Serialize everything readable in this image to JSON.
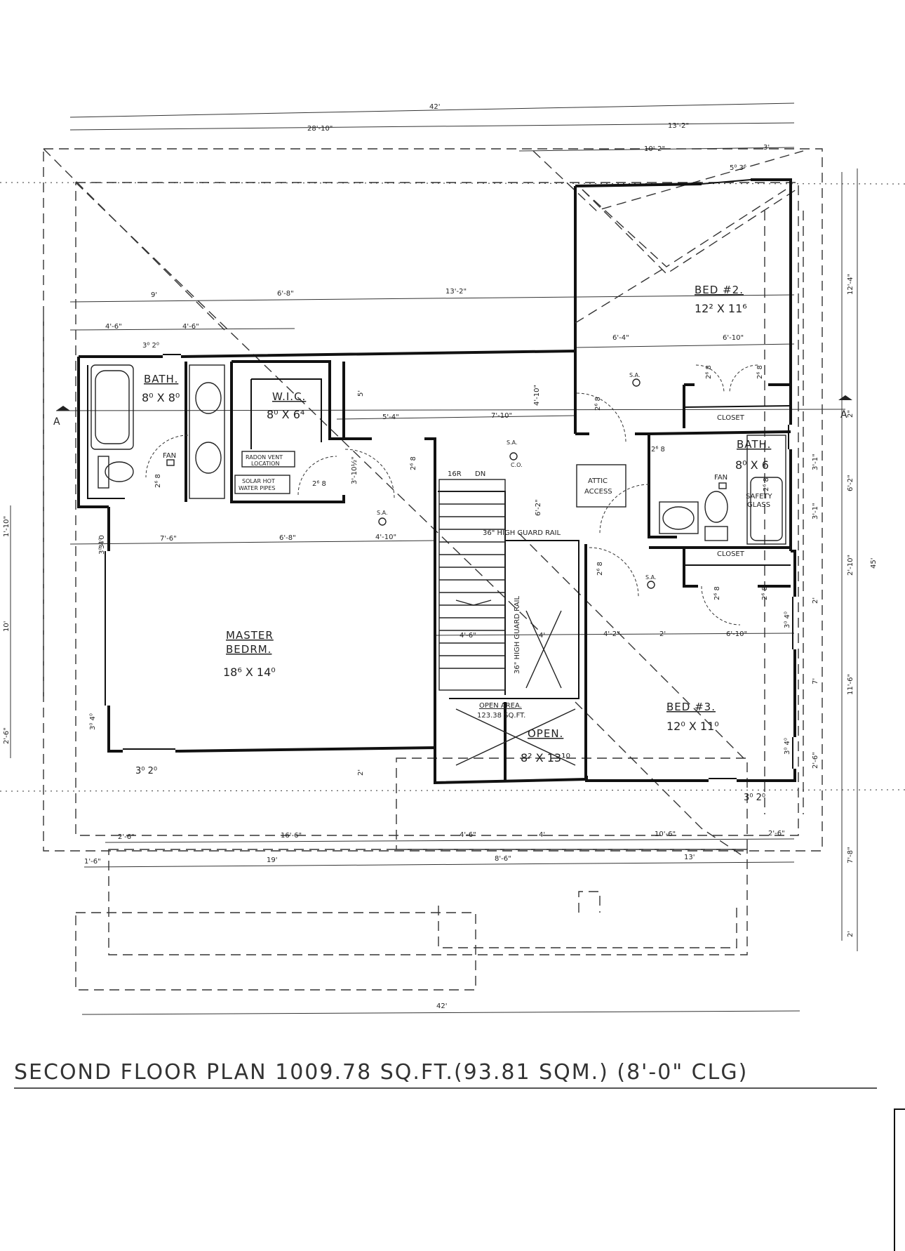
{
  "title": "SECOND FLOOR PLAN 1009.78 SQ.FT.(93.81 SQM.) (8'-0\" CLG)",
  "section_marker": "A",
  "rooms": [
    {
      "name": "BED #2.",
      "size": "12² X 11⁶"
    },
    {
      "name": "BATH.",
      "size": "8⁰ X 8⁰"
    },
    {
      "name": "W.I.C.",
      "size": "8⁰ X 6⁴"
    },
    {
      "name": "MASTER",
      "name2": "BEDRM.",
      "size": "18⁶ X 14⁰"
    },
    {
      "name": "BATH.",
      "size": "8⁰ X 6"
    },
    {
      "name": "BED #3.",
      "size": "12⁰ X 11⁰"
    },
    {
      "name": "OPEN.",
      "size": "8² X 13¹⁰"
    }
  ],
  "labels": {
    "closet_1": "CLOSET",
    "closet_2": "CLOSET",
    "attic_1": "ATTIC",
    "attic_2": "ACCESS",
    "radon_1": "RADON VENT",
    "radon_2": "LOCATION",
    "solar_1": "SOLAR HOT",
    "solar_2": "WATER PIPES",
    "safety_1": "SAFETY",
    "safety_2": "GLASS",
    "open_area_1": "OPEN AREA.",
    "open_area_2": "123.38 SQ.FT.",
    "guard_rail_h": "36\" HIGH GUARD RAIL",
    "guard_rail_v": "36\" HIGH GUARD RAIL",
    "stair_r": "16R",
    "stair_dn": "DN",
    "fan_1": "FAN",
    "fan_2": "FAN",
    "sa": "S.A.",
    "co": "C.O."
  },
  "dims": {
    "top_overall": "42'",
    "top_left": "28'-10\"",
    "top_right": "13'-2\"",
    "top_right_a": "10'-2\"",
    "top_right_b": "3'",
    "win_bed2": "5⁰ 3⁶",
    "row2_a": "9'",
    "row2_b": "6'-8\"",
    "row2_c": "13'-2\"",
    "row3_a": "4'-6\"",
    "row3_b": "4'-6\"",
    "win_bath": "3⁰ 2⁰",
    "bed2_a": "6'-4\"",
    "bed2_b": "6'-10\"",
    "hall_a": "5'-4\"",
    "hall_b": "7'-10\"",
    "hall_v1": "4'-10\"",
    "hall_v2": "5'",
    "hall_v3": "6'-2\"",
    "wic_v": "3'-10½\"",
    "master_a": "7'-6\"",
    "master_b": "6'-8\"",
    "master_c": "4'-10\"",
    "stair_a": "4'-6\"",
    "stair_b": "4'",
    "bed3_a": "4'-2\"",
    "bed3_b": "2'",
    "bed3_c": "6'-10\"",
    "win_master_l1": "3⁰ 4⁰",
    "win_master_l2": "3⁰ 4⁰",
    "win_master_b": "3⁰ 2⁰",
    "win_bed3_b": "3⁰ 2⁰",
    "win_bed3_r1": "3⁰ 4⁰",
    "win_bed3_r2": "3⁰ 4⁰",
    "below_2": "2'",
    "bot1_a": "2'-6\"",
    "bot1_b": "16'-6\"",
    "bot1_c": "4'-6\"",
    "bot1_d": "4'",
    "bot1_e": "10'-6\"",
    "bot1_f": "2'-6\"",
    "bot2_a": "1'-6\"",
    "bot2_b": "19'",
    "bot2_c": "8'-6\"",
    "bot2_d": "13'",
    "bottom_overall": "42'",
    "right_a": "12'-4\"",
    "right_b": "2\"",
    "right_c": "3'-1\"",
    "right_d": "6'-2\"",
    "right_e": "3'-1\"",
    "right_f": "2'-10\"",
    "right_g": "2'",
    "right_h": "7'",
    "right_i": "11'-6\"",
    "right_j": "2'-6\"",
    "right_k": "7'-8\"",
    "right_l": "2'",
    "right_overall": "45'",
    "left_a": "1'-10\"",
    "left_b": "10'",
    "left_c": "2'-6\"",
    "door_a": "2⁶ 8",
    "door_b": "2⁶ 8",
    "door_c": "2⁶ 8",
    "door_d": "2⁶ 8",
    "door_e": "2⁶ 8",
    "door_f": "2⁶ 8",
    "door_g": "2⁶ 8",
    "door_h": "2⁶ 8",
    "door_i": "2⁶ 8",
    "door_j": "2⁶ 8",
    "door_k": "3⁰ 0",
    "door_l": "2⁶ 8"
  }
}
